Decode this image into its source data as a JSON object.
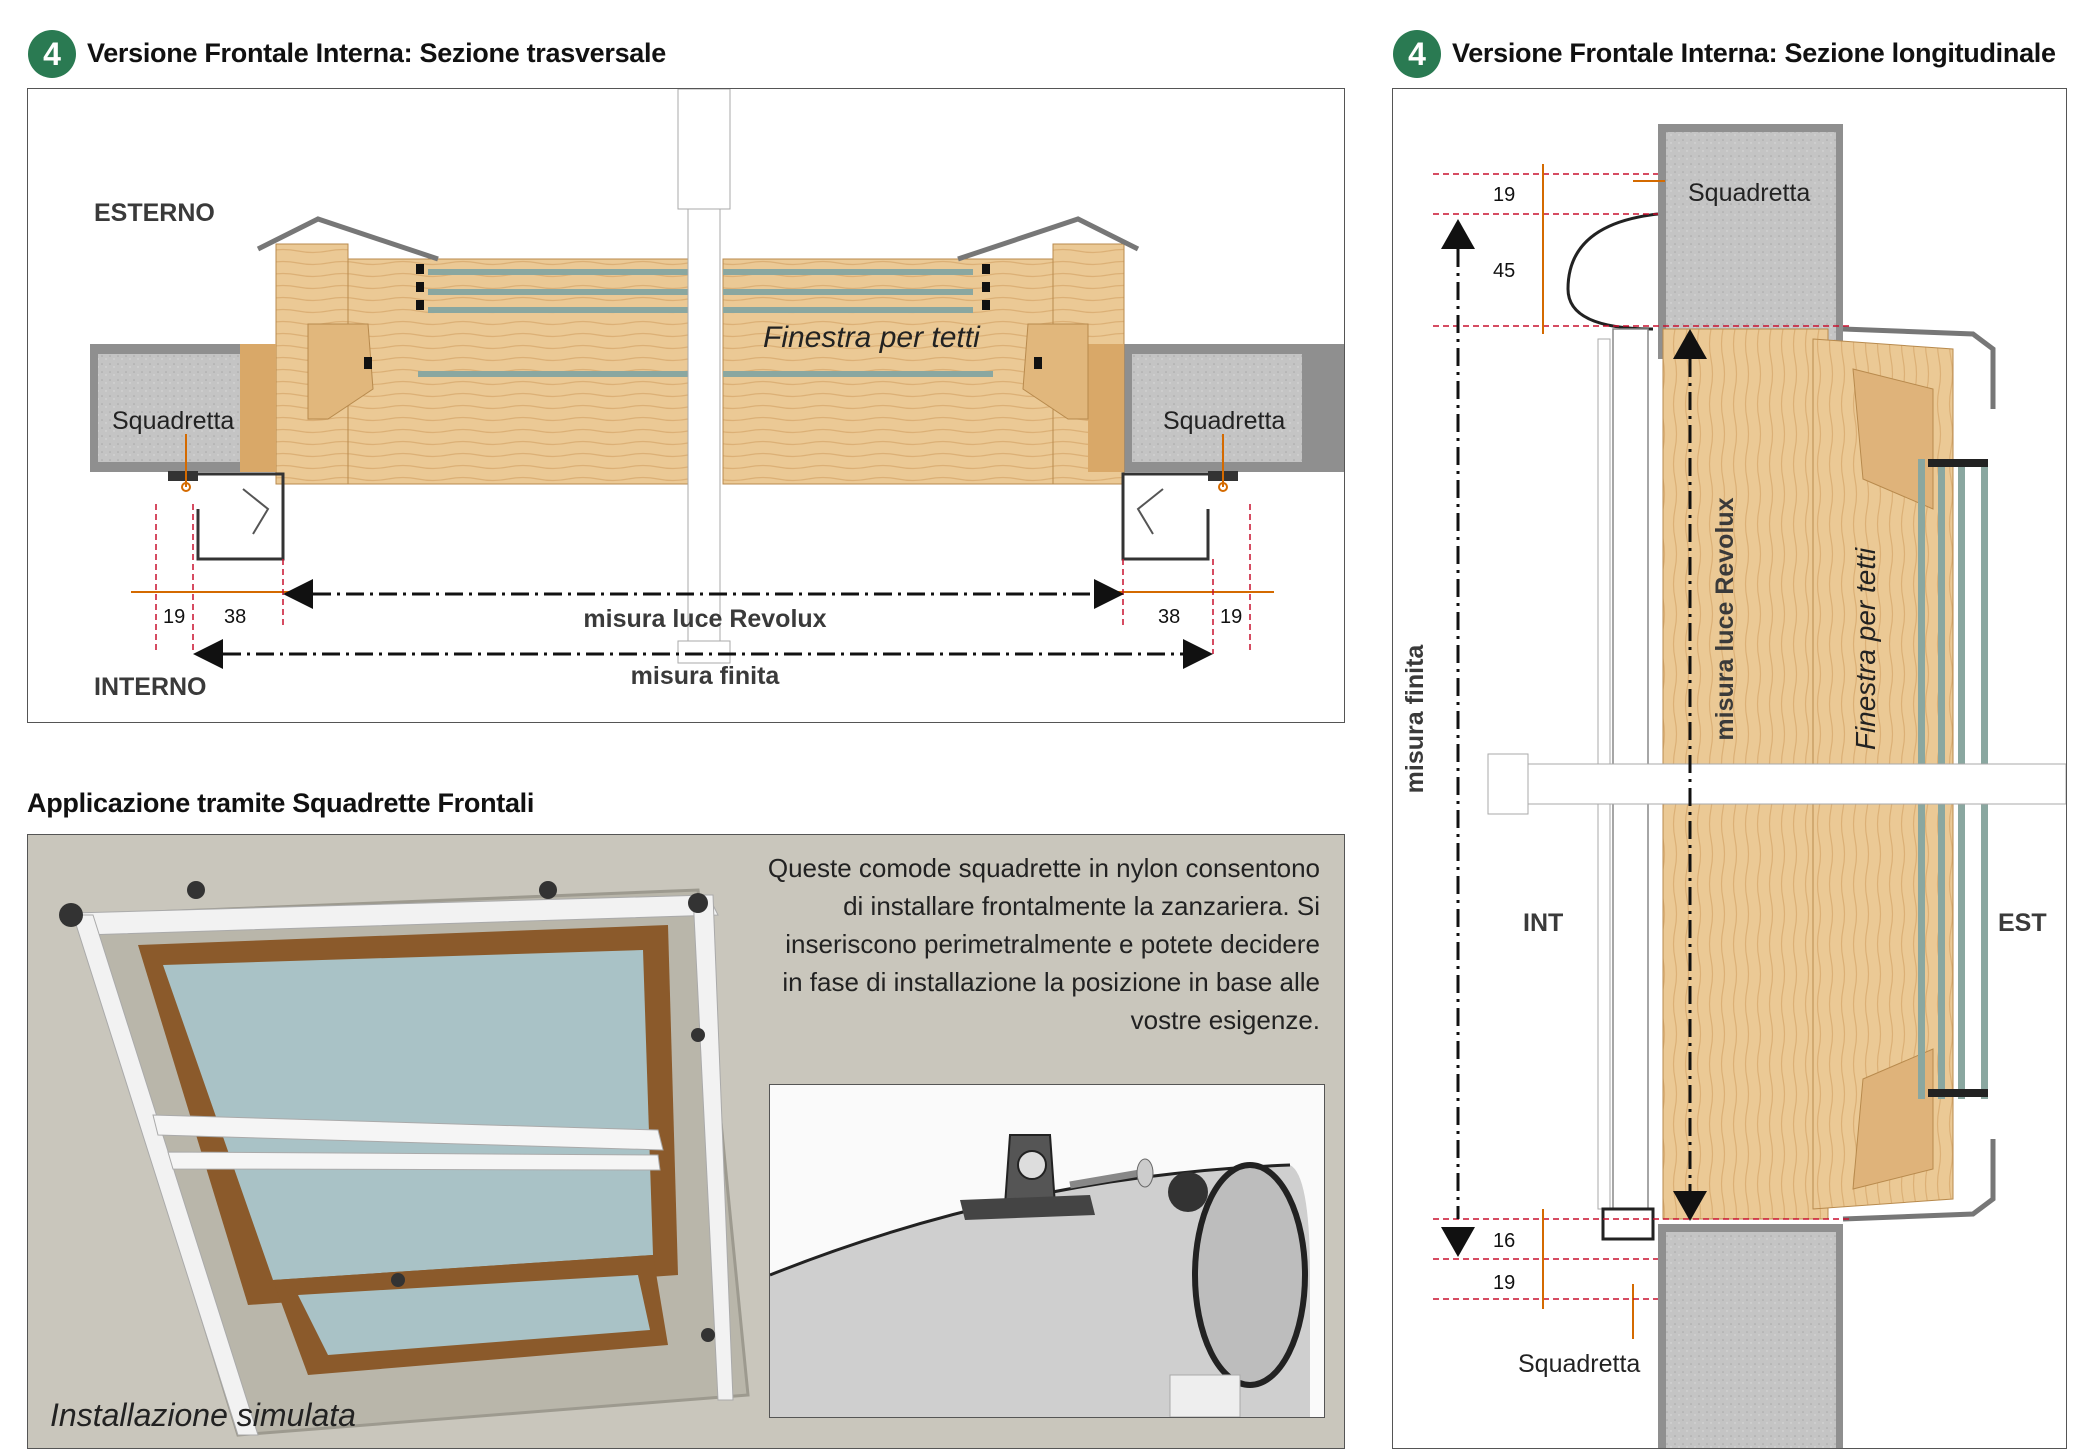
{
  "section_left": {
    "badge": "4",
    "title": "Versione Frontale Interna: Sezione trasversale",
    "labels": {
      "exterior": "ESTERNO",
      "interior": "INTERNO",
      "bracket_left": "Squadretta",
      "bracket_right": "Squadretta",
      "window": "Finestra per tetti",
      "luce": "misura luce Revolux",
      "finita": "misura finita"
    },
    "dims": [
      "19",
      "38",
      "38",
      "19"
    ]
  },
  "section_right": {
    "badge": "4",
    "title": "Versione Frontale Interna: Sezione longitudinale",
    "labels": {
      "bracket_top": "Squadretta",
      "bracket_bottom": "Squadretta",
      "window": "Finestra per tetti",
      "luce": "misura luce Revolux",
      "finita": "misura finita",
      "int": "INT",
      "est": "EST"
    },
    "dims_top": [
      "19",
      "45"
    ],
    "dims_bottom": [
      "16",
      "19"
    ]
  },
  "application": {
    "title": "Applicazione tramite Squadrette Frontali",
    "description": "Queste comode squadrette in nylon consentono di installare frontalmente la zanzariera. Si inseriscono perimetralmente e potete decidere in fase di installazione la posizione in base alle vostre esigenze.",
    "photo_caption": "Installazione simulata"
  },
  "colors": {
    "badge": "#2a7a52",
    "wood": "#e9c58f",
    "wood_dark": "#d6a667",
    "concrete": "#bfbfbf",
    "dim_line": "#c8102e",
    "photo_bg": "#c9c6bc"
  }
}
